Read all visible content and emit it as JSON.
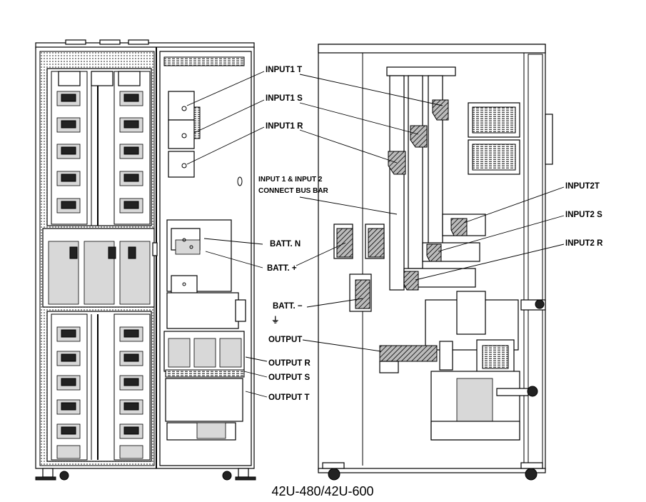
{
  "caption": "42U-480/42U-600",
  "labels": {
    "input1_t": "INPUT1 T",
    "input1_s": "INPUT1 S",
    "input1_r": "INPUT1 R",
    "connect_line1": "INPUT 1 & INPUT 2",
    "connect_line2": "CONNECT BUS BAR",
    "batt_n": "BATT. N",
    "batt_plus": "BATT. +",
    "batt_minus": "BATT. −",
    "output": "OUTPUT",
    "output_r": "OUTPUT R",
    "output_s": "OUTPUT S",
    "output_t": "OUTPUT T",
    "input2_t": "INPUT2T",
    "input2_s": "INPUT2 S",
    "input2_r": "INPUT2 R",
    "ground_symbol": "⏚"
  }
}
